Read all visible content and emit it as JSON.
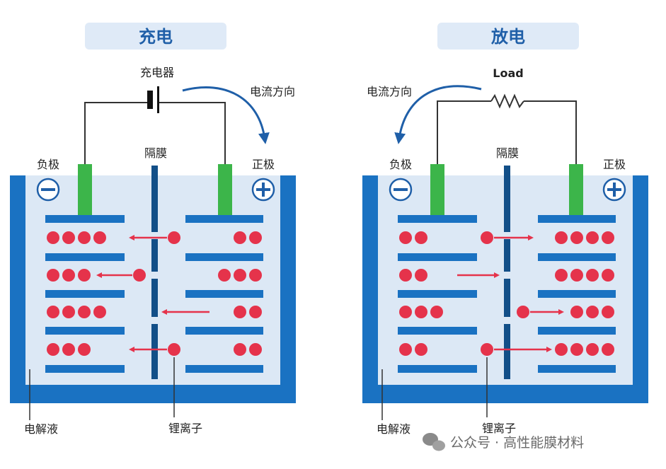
{
  "charge": {
    "title": "充电",
    "charger_label": "充电器",
    "current_label": "电流方向",
    "separator_label": "隔膜",
    "anode_label": "负极",
    "cathode_label": "正极",
    "electrolyte_label": "电解液",
    "ion_label": "锂离子"
  },
  "discharge": {
    "title": "放电",
    "load_label": "Load",
    "current_label": "电流方向",
    "separator_label": "隔膜",
    "anode_label": "负极",
    "cathode_label": "正极",
    "electrolyte_label": "电解液",
    "ion_label": "锂离子"
  },
  "watermark": "公众号 · 高性能膜材料",
  "colors": {
    "container": "#1a72c2",
    "electrolyte": "#dce8f5",
    "electrode": "#1a72c2",
    "terminal": "#3cb54a",
    "separator": "#124f88",
    "ion": "#e5334b",
    "title_box": "#dfeaf7"
  }
}
